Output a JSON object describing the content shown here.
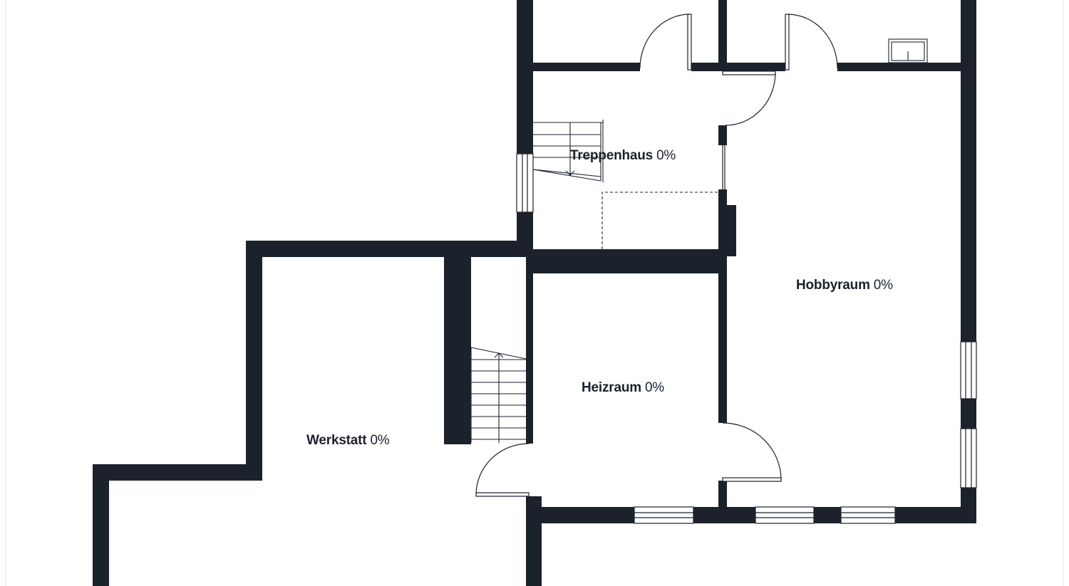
{
  "colors": {
    "wall": "#1b222c",
    "background": "#ffffff",
    "line": "#1b222c",
    "frame": "#e6e6e6"
  },
  "rooms": [
    {
      "name": "Treppenhaus",
      "percent": "0%"
    },
    {
      "name": "Hobbyraum",
      "percent": "0%"
    },
    {
      "name": "Heizraum",
      "percent": "0%"
    },
    {
      "name": "Werkstatt",
      "percent": "0%"
    }
  ],
  "symbols": {
    "stairs": "stairs-icon",
    "door": "door-swing-icon",
    "window": "window-icon",
    "fixture": "sink-icon"
  }
}
